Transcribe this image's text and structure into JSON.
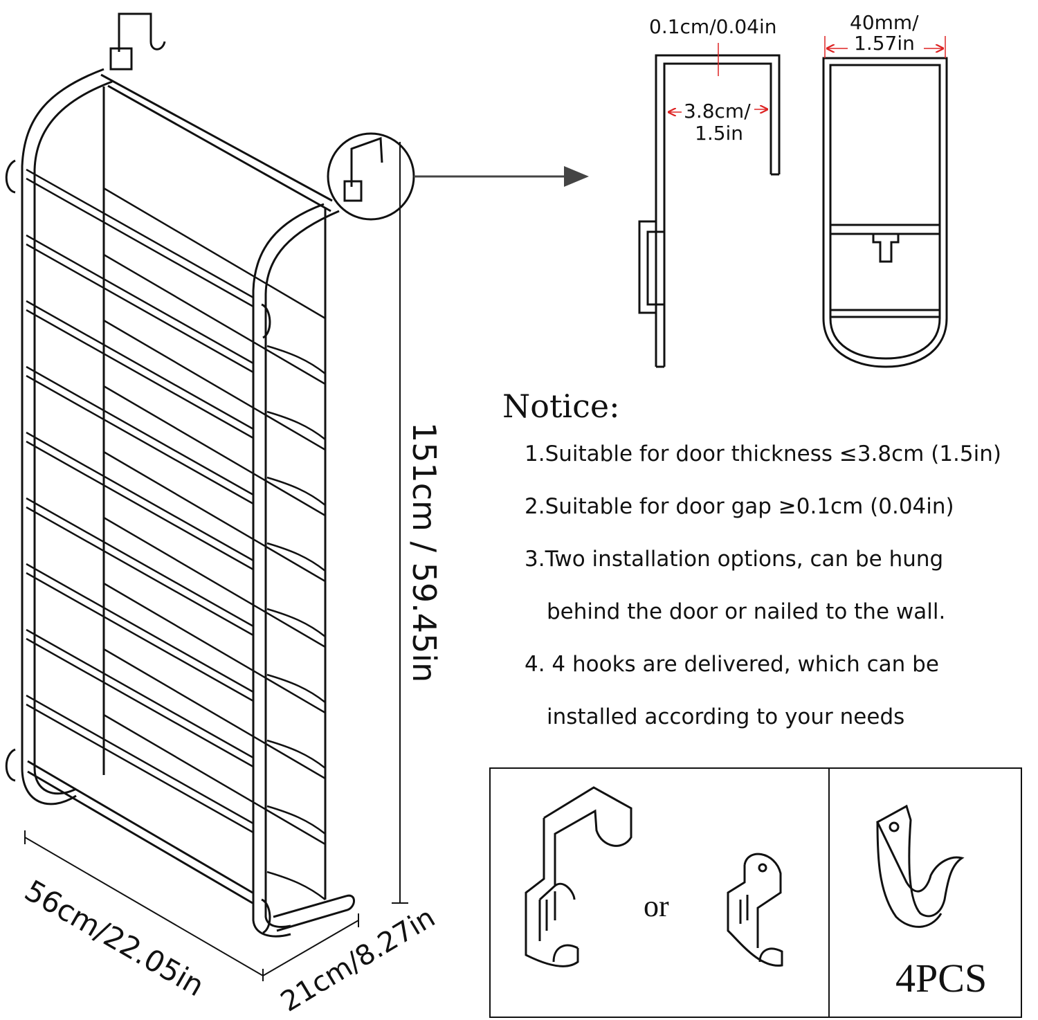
{
  "dimensions": {
    "gap": "0.1cm/0.04in",
    "width_top": "40mm/",
    "width_bottom": "1.57in",
    "thickness_top": "3.8cm/",
    "thickness_bottom": "1.5in",
    "height": "151cm / 59.45in",
    "rack_width": "56cm/22.05in",
    "rack_depth": "21cm/8.27in"
  },
  "notice": {
    "title": "Notice:",
    "items": [
      "1.Suitable for door thickness ≤3.8cm (1.5in)",
      "2.Suitable for door gap ≥0.1cm (0.04in)",
      "3.Two installation options, can be hung",
      "behind the door or nailed to the wall.",
      "4. 4 hooks are delivered, which can be",
      "installed according to your needs"
    ]
  },
  "hooks_panel": {
    "or_label": "or",
    "count_label": "4PCS"
  }
}
